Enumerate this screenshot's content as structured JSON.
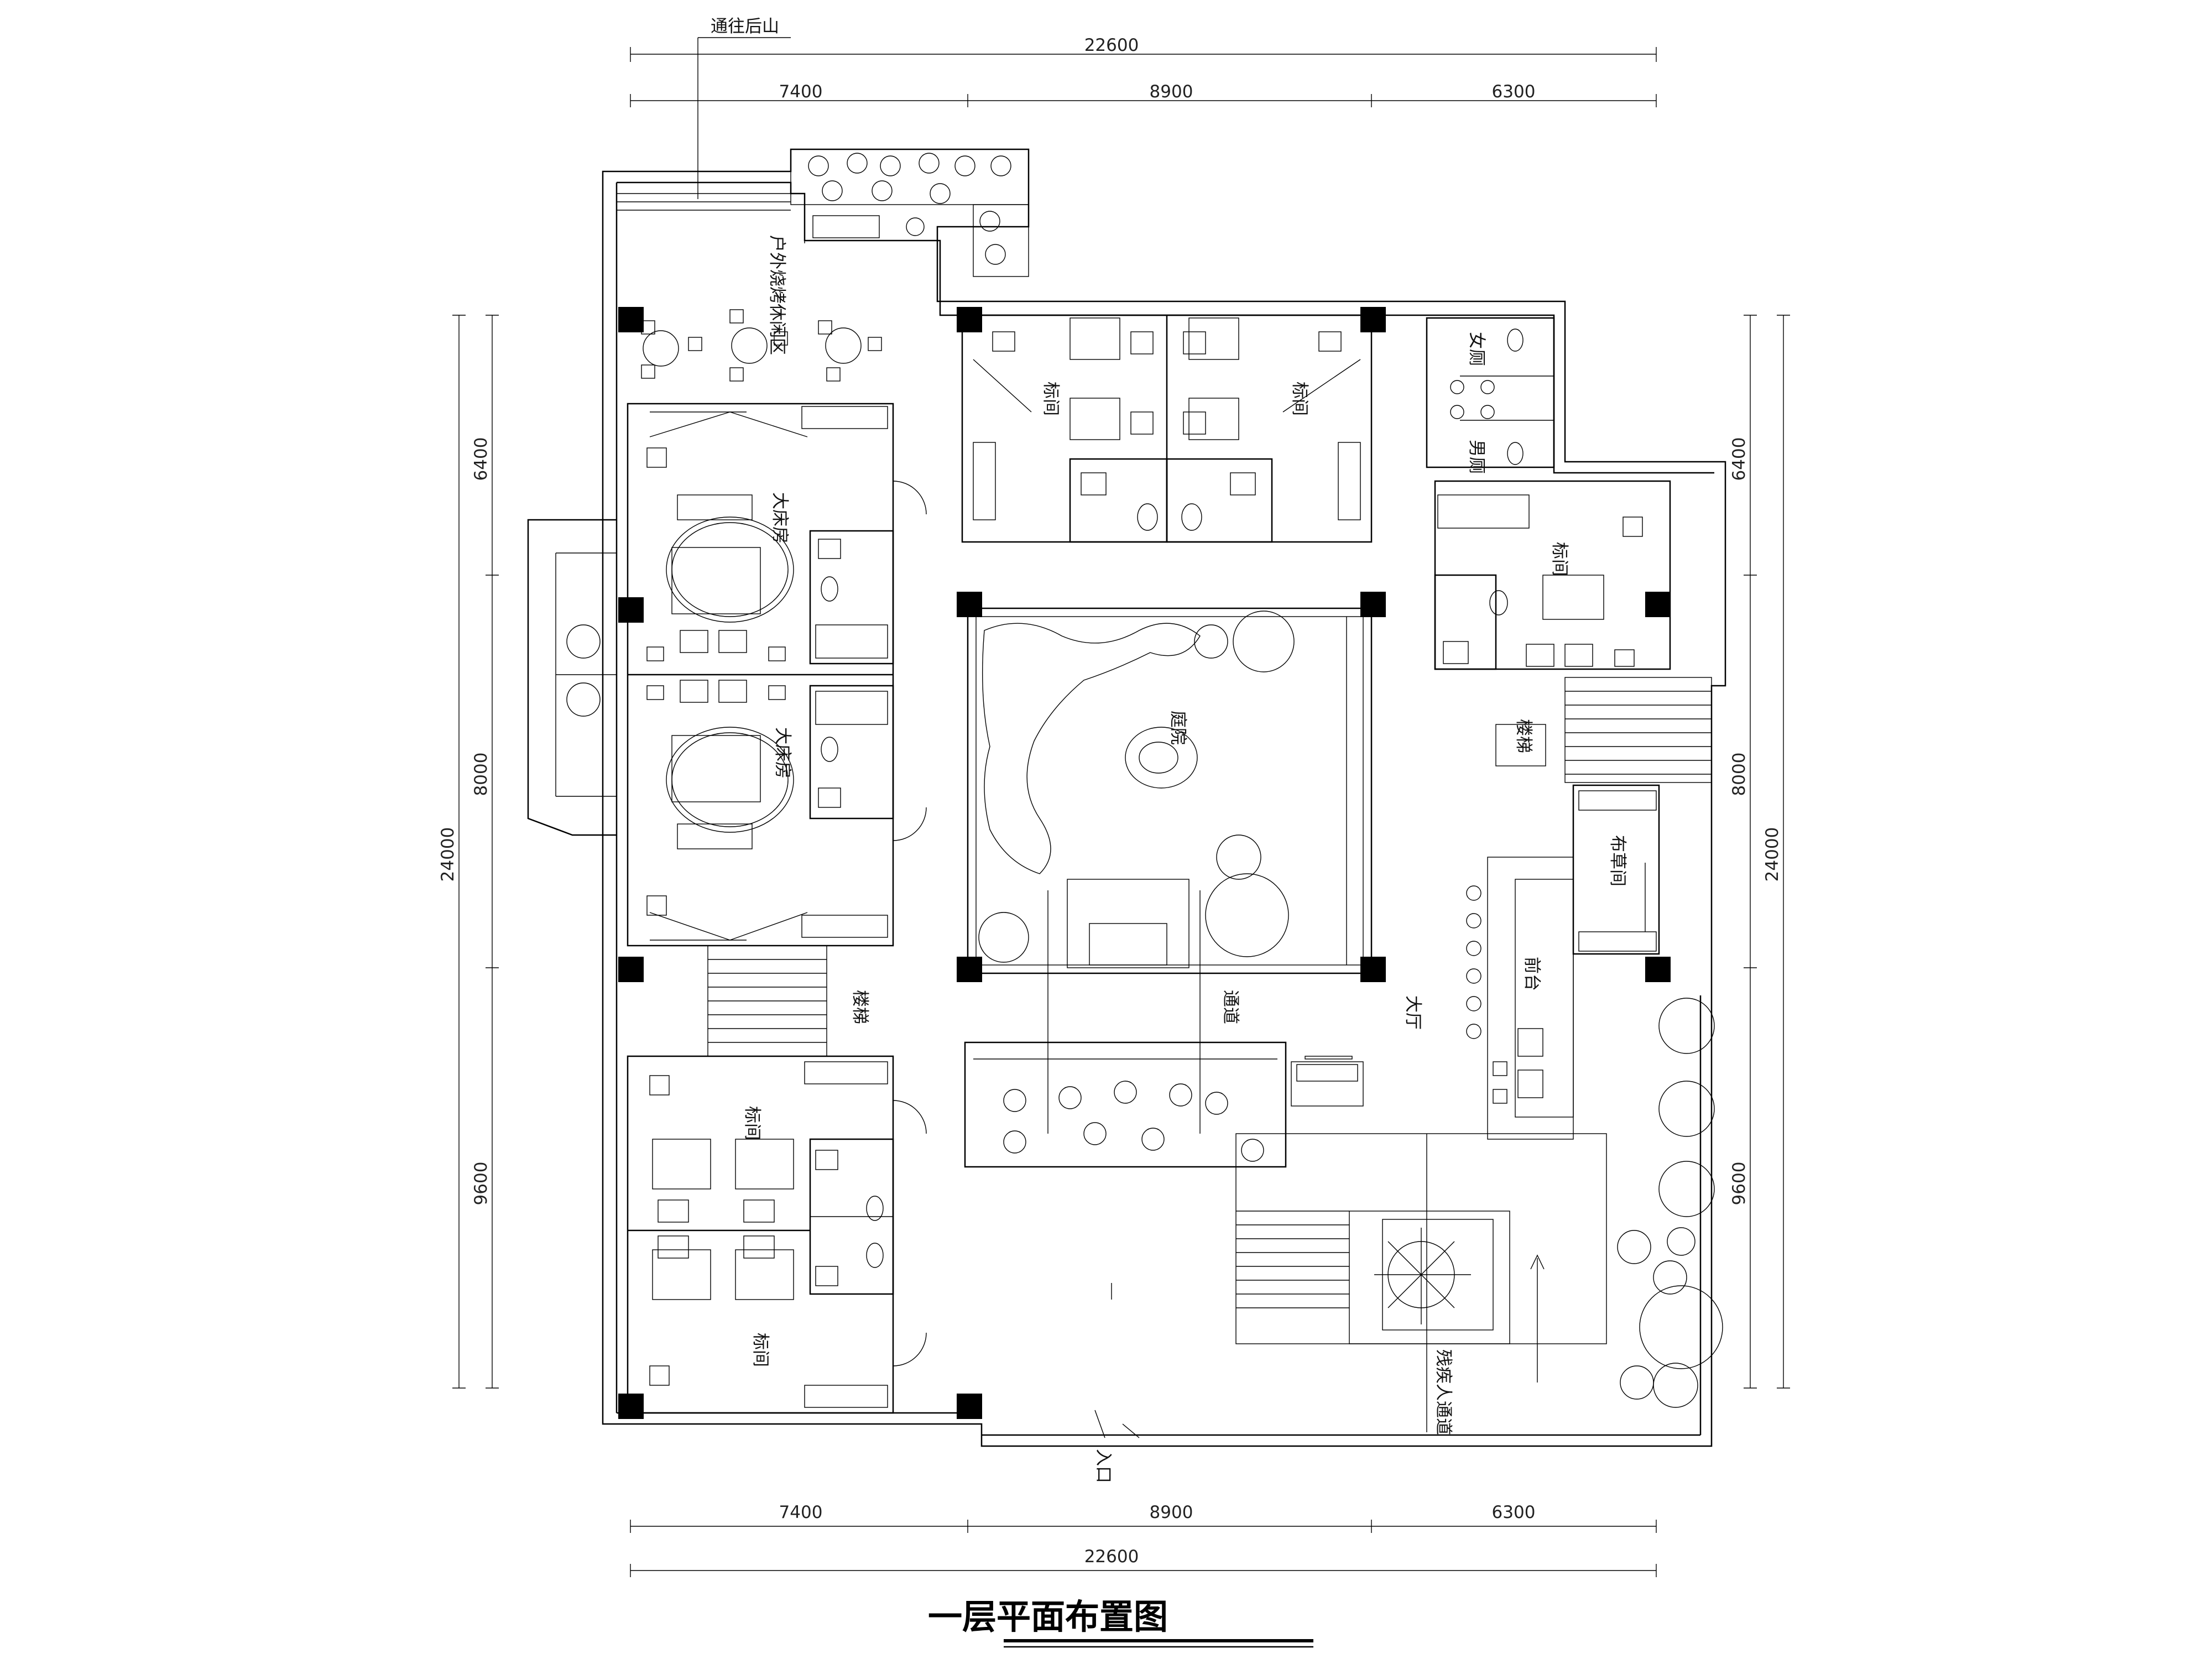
{
  "title": "一层平面布置图",
  "top_note": "通往后山",
  "dimensions": {
    "total_width": "22600",
    "segments_horizontal": [
      "7400",
      "8900",
      "6300"
    ],
    "total_height": "24000",
    "segments_vertical": [
      "6400",
      "8000",
      "9600"
    ]
  },
  "rooms": {
    "outdoor_area": "户外烧烤休闲区",
    "suite_top": "大床房",
    "suite_bottom": "大床房",
    "standard_a": "标间",
    "standard_b": "标间",
    "standard_c": "标间",
    "standard_d": "标间",
    "standard_e": "标间",
    "courtyard": "庭院",
    "female_wc": "女厕",
    "male_wc": "男厕",
    "stair_right": "楼梯",
    "stair_left": "楼梯",
    "linen_room": "布草间",
    "reception": "前台",
    "lobby": "大厅",
    "passage": "通道",
    "accessible_ramp": "残疾人通道",
    "entrance": "入口"
  }
}
